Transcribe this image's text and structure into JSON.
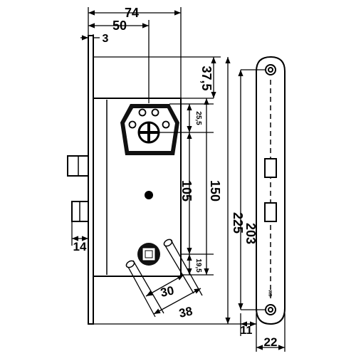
{
  "dimensions": {
    "width_74": "74",
    "width_50": "50",
    "offset_3": "3",
    "top_37_5": "37,5",
    "cyl_25_5": "25,5",
    "spacing_105": "105",
    "spacing_150": "150",
    "total_225": "225",
    "bottom_19_5": "19,5",
    "latch_14": "14",
    "follower_30": "30",
    "follower_38": "38",
    "plate_203": "203",
    "plate_11": "11",
    "plate_22": "22"
  },
  "marks": {
    "stamp": "SM"
  }
}
